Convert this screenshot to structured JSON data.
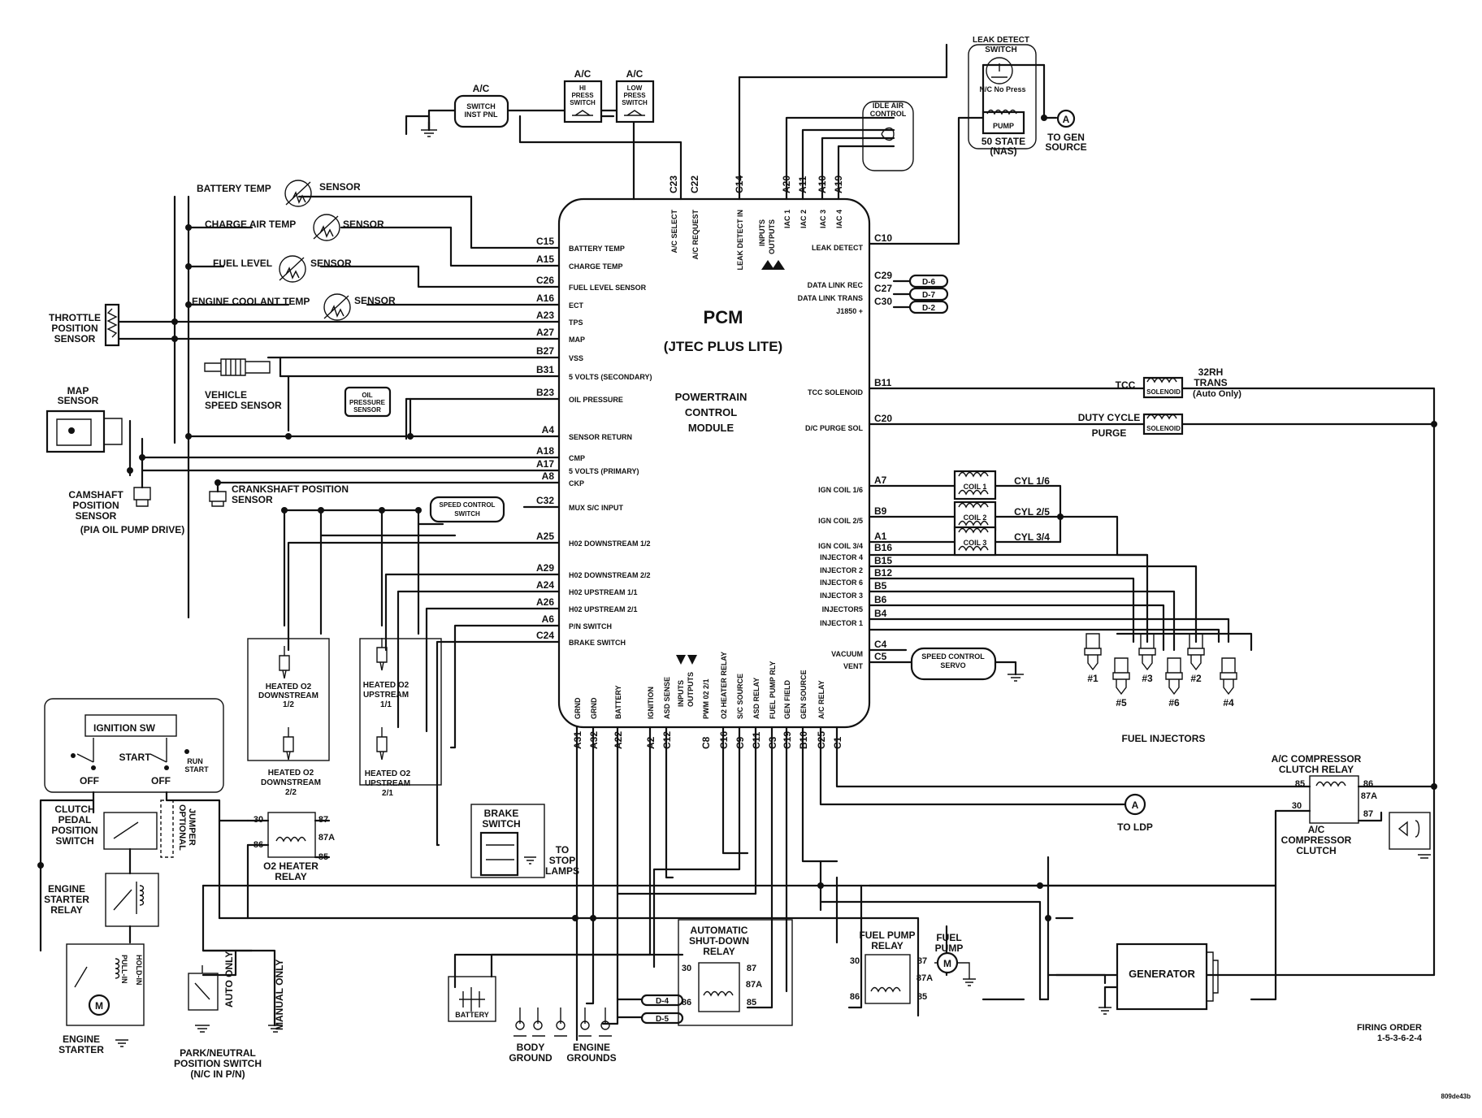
{
  "pcm": {
    "title": "PCM",
    "subtitle": "(JTEC PLUS LITE)",
    "desc": [
      "POWERTRAIN",
      "CONTROL",
      "MODULE"
    ],
    "inputs_outputs": [
      "INPUTS",
      "OUTPUTS"
    ],
    "left_pins": [
      {
        "code": "C15",
        "label": "BATTERY TEMP"
      },
      {
        "code": "A15",
        "label": "CHARGE TEMP"
      },
      {
        "code": "C26",
        "label": "FUEL LEVEL SENSOR"
      },
      {
        "code": "A16",
        "label": "ECT"
      },
      {
        "code": "A23",
        "label": "TPS"
      },
      {
        "code": "A27",
        "label": "MAP"
      },
      {
        "code": "B27",
        "label": "VSS"
      },
      {
        "code": "B31",
        "label": "5 VOLTS (SECONDARY)"
      },
      {
        "code": "B23",
        "label": "OIL PRESSURE"
      },
      {
        "code": "A4",
        "label": "SENSOR RETURN"
      },
      {
        "code": "A18",
        "label": "CMP"
      },
      {
        "code": "A17",
        "label": "5 VOLTS (PRIMARY)"
      },
      {
        "code": "A8",
        "label": "CKP"
      },
      {
        "code": "C32",
        "label": "MUX S/C INPUT"
      },
      {
        "code": "A25",
        "label": "H02 DOWNSTREAM 1/2"
      },
      {
        "code": "A29",
        "label": "H02 DOWNSTREAM 2/2"
      },
      {
        "code": "A24",
        "label": "H02 UPSTREAM 1/1"
      },
      {
        "code": "A26",
        "label": "H02 UPSTREAM 2/1"
      },
      {
        "code": "A6",
        "label": "P/N SWITCH"
      },
      {
        "code": "C24",
        "label": "BRAKE SWITCH"
      }
    ],
    "top_pins": [
      {
        "code": "C23",
        "label": "A/C SELECT"
      },
      {
        "code": "C22",
        "label": "A/C REQUEST"
      },
      {
        "code": "C14",
        "label": "LEAK DETECT IN"
      },
      {
        "code": "A20",
        "label": "IAC 1"
      },
      {
        "code": "A11",
        "label": "IAC 2"
      },
      {
        "code": "A10",
        "label": "IAC 3"
      },
      {
        "code": "A19",
        "label": "IAC 4"
      }
    ],
    "right_pins": [
      {
        "code": "C10",
        "label": "LEAK DETECT"
      },
      {
        "code": "C29",
        "label": "DATA LINK REC"
      },
      {
        "code": "C27",
        "label": "DATA LINK TRANS"
      },
      {
        "code": "C30",
        "label": "J1850 +"
      },
      {
        "code": "B11",
        "label": "TCC SOLENOID"
      },
      {
        "code": "C20",
        "label": "D/C PURGE SOL"
      },
      {
        "code": "A7",
        "label": "IGN COIL 1/6"
      },
      {
        "code": "B9",
        "label": "IGN COIL 2/5"
      },
      {
        "code": "A1",
        "label": "IGN COIL 3/4"
      },
      {
        "code": "B16",
        "label": "INJECTOR 4"
      },
      {
        "code": "B15",
        "label": "INJECTOR 2"
      },
      {
        "code": "B12",
        "label": "INJECTOR 6"
      },
      {
        "code": "B5",
        "label": "INJECTOR 3"
      },
      {
        "code": "B6",
        "label": "INJECTOR5"
      },
      {
        "code": "B4",
        "label": "INJECTOR 1"
      },
      {
        "code": "C4",
        "label": "VACUUM"
      },
      {
        "code": "C5",
        "label": "VENT"
      }
    ],
    "bottom_pins": [
      {
        "code": "A31",
        "label": "GRND"
      },
      {
        "code": "A32",
        "label": "GRND"
      },
      {
        "code": "A22",
        "label": "BATTERY"
      },
      {
        "code": "A2",
        "label": "IGNITION"
      },
      {
        "code": "C12",
        "label": "ASD SENSE"
      },
      {
        "code": "C8",
        "label": "PWM 02 2/1"
      },
      {
        "code": "C16",
        "label": "O2 HEATER RELAY"
      },
      {
        "code": "C9",
        "label": "S/C SOURCE"
      },
      {
        "code": "C11",
        "label": "ASD RELAY"
      },
      {
        "code": "C3",
        "label": "FUEL PUMP RLY"
      },
      {
        "code": "C19",
        "label": "GEN FIELD"
      },
      {
        "code": "B10",
        "label": "GEN SOURCE"
      },
      {
        "code": "C25",
        "label": "A/C RELAY"
      },
      {
        "code": "C1",
        "label": ""
      }
    ]
  },
  "sensors": {
    "battery_temp": [
      "BATTERY TEMP",
      "SENSOR"
    ],
    "charge_air_temp": [
      "CHARGE  AIR TEMP",
      "SENSOR"
    ],
    "fuel_level": [
      "FUEL LEVEL",
      "SENSOR"
    ],
    "engine_coolant_temp": [
      "ENGINE COOLANT TEMP",
      "SENSOR"
    ],
    "throttle_position": [
      "THROTTLE",
      "POSITION",
      "SENSOR"
    ],
    "map": [
      "MAP",
      "SENSOR"
    ],
    "vehicle_speed": [
      "VEHICLE",
      "SPEED SENSOR"
    ],
    "oil_pressure": [
      "OIL",
      "PRESSURE",
      "SENSOR"
    ],
    "camshaft": [
      "CAMSHAFT",
      "POSITION",
      "SENSOR",
      "(PIA OIL PUMP DRIVE)"
    ],
    "crankshaft": [
      "CRANKSHAFT POSITION",
      "SENSOR"
    ],
    "speed_control_switch": [
      "SPEED CONTROL",
      "SWITCH"
    ]
  },
  "o2": {
    "dn12": [
      "HEATED O2",
      "DOWNSTREAM",
      "1/2"
    ],
    "dn22": [
      "HEATED O2",
      "DOWNSTREAM",
      "2/2"
    ],
    "up11": [
      "HEATED O2",
      "UPSTREAM",
      "1/1"
    ],
    "up21": [
      "HEATED O2",
      "UPSTREAM",
      "2/1"
    ]
  },
  "ac": {
    "switch": [
      "A/C",
      "SWITCH",
      "INST PNL"
    ],
    "hi": [
      "A/C",
      "HI",
      "PRESS",
      "SWITCH"
    ],
    "low": [
      "A/C",
      "LOW",
      "PRESS",
      "SWITCH"
    ]
  },
  "leak": {
    "title": [
      "LEAK DETECT",
      "SWITCH"
    ],
    "nc": "N/C No Press",
    "pump": "PUMP",
    "state": [
      "50 STATE",
      "(NAS)"
    ],
    "to_gen": [
      "TO GEN",
      "SOURCE"
    ],
    "conn": "A"
  },
  "iac": [
    "IDLE AIR",
    "CONTROL"
  ],
  "data_links": [
    "D-6",
    "D-7",
    "D-2"
  ],
  "trans": {
    "tcc": "TCC",
    "solenoid": "SOLENOID",
    "trans_label": [
      "32RH",
      "TRANS",
      "(Auto Only)"
    ],
    "duty": [
      "DUTY CYCLE",
      "PURGE"
    ]
  },
  "coils": {
    "names": [
      "COIL 1",
      "COIL 2",
      "COIL 3"
    ],
    "cyl": [
      "CYL  1/6",
      "CYL  2/5",
      "CYL  3/4"
    ]
  },
  "injectors": {
    "nums": [
      "#1",
      "#5",
      "#3",
      "#6",
      "#2",
      "#4"
    ],
    "label": "FUEL INJECTORS"
  },
  "speed_servo": [
    "SPEED CONTROL",
    "SERVO"
  ],
  "ac_clutch": {
    "title": [
      "A/C COMPRESSOR",
      "CLUTCH RELAY"
    ],
    "pins": [
      "85",
      "86",
      "87A",
      "30",
      "87"
    ],
    "clutch": [
      "A/C",
      "COMPRESSOR",
      "CLUTCH"
    ]
  },
  "ldp": {
    "conn": "A",
    "label": "TO LDP"
  },
  "ignition": {
    "title": "IGNITION SW",
    "start": "START",
    "off": "OFF",
    "run": "RUN",
    "run_start": "START"
  },
  "clutch_switch": [
    "CLUTCH",
    "PEDAL",
    "POSITION",
    "SWITCH"
  ],
  "jumper": [
    "OPTIONAL",
    "JUMPER"
  ],
  "starter_relay": [
    "ENGINE",
    "STARTER",
    "RELAY"
  ],
  "starter": {
    "label": [
      "ENGINE",
      "STARTER"
    ],
    "pull": "PULL-IN",
    "hold": "HOLD-IN",
    "motor": "M"
  },
  "pn_switch": {
    "label": [
      "PARK/NEUTRAL",
      "POSITION SWITCH",
      "(N/C IN P/N)"
    ],
    "auto": "AUTO ONLY",
    "manual": "MANUAL ONLY"
  },
  "o2_relay": {
    "pins": [
      "30",
      "87",
      "86",
      "87A",
      "85"
    ],
    "label": [
      "O2 HEATER",
      "RELAY"
    ]
  },
  "brake": {
    "title": [
      "BRAKE",
      "SWITCH"
    ],
    "to": [
      "TO",
      "STOP",
      "LAMPS"
    ]
  },
  "battery": "BATTERY",
  "grounds": {
    "body": [
      "BODY",
      "GROUND"
    ],
    "engine": [
      "ENGINE",
      "GROUNDS"
    ],
    "d4": "D-4",
    "d5": "D-5"
  },
  "asd_relay": {
    "label": [
      "AUTOMATIC",
      "SHUT-DOWN",
      "RELAY"
    ],
    "pins": [
      "30",
      "87",
      "87A",
      "86",
      "85"
    ]
  },
  "fp_relay": {
    "label": [
      "FUEL PUMP",
      "RELAY"
    ],
    "pins": [
      "30",
      "87",
      "87A",
      "86",
      "85"
    ]
  },
  "fuel_pump": {
    "label": [
      "FUEL",
      "PUMP"
    ],
    "motor": "M"
  },
  "generator": "GENERATOR",
  "firing": [
    "FIRING ORDER",
    "1-5-3-6-2-4"
  ],
  "code": "809de43b"
}
